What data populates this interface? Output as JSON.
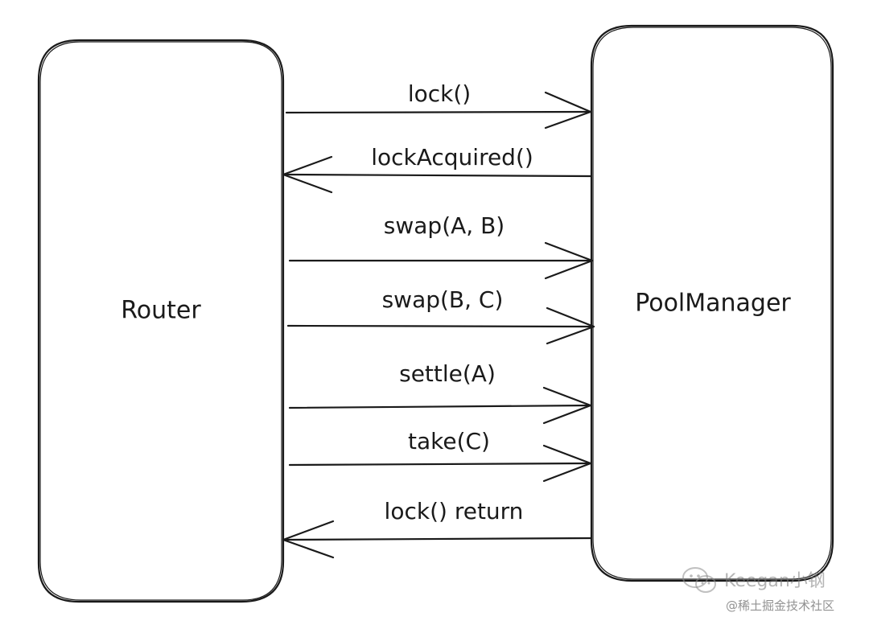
{
  "participants": {
    "left": "Router",
    "right": "PoolManager"
  },
  "messages": [
    {
      "label": "lock()",
      "direction": "right"
    },
    {
      "label": "lockAcquired()",
      "direction": "left"
    },
    {
      "label": "swap(A, B)",
      "direction": "right"
    },
    {
      "label": "swap(B, C)",
      "direction": "right"
    },
    {
      "label": "settle(A)",
      "direction": "right"
    },
    {
      "label": "take(C)",
      "direction": "right"
    },
    {
      "label": "lock() return",
      "direction": "left"
    }
  ],
  "watermark": {
    "author": "Keegan小钢",
    "site": "@稀土掘金技术社区",
    "logo_icon": "wechat-icon"
  }
}
